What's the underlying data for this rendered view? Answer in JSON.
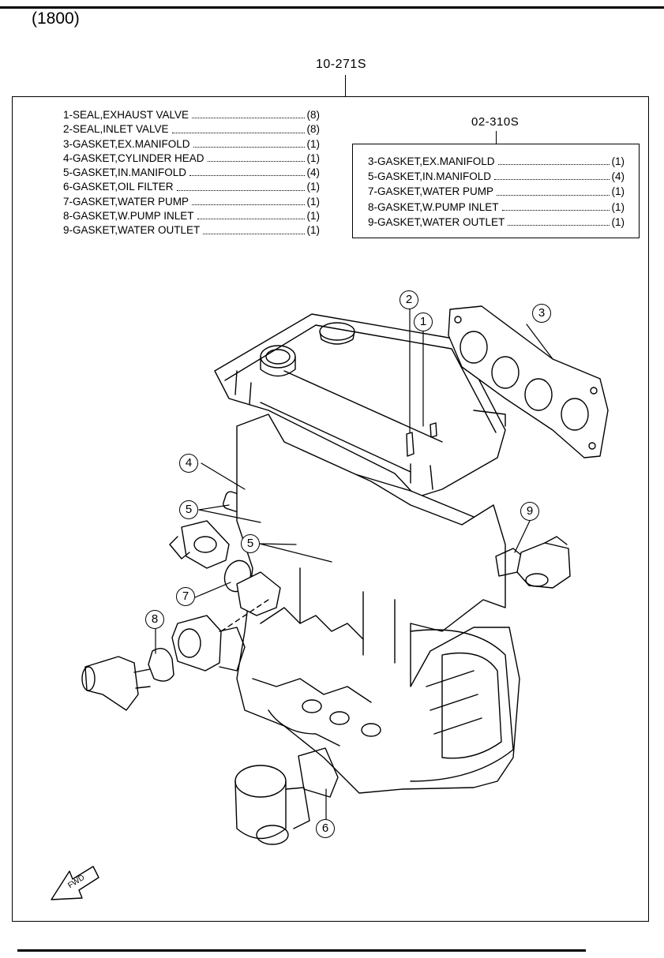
{
  "engine_code": "(1800)",
  "kit": {
    "part_number": "10-271S",
    "items": [
      {
        "name": "1-SEAL,EXHAUST VALVE",
        "qty": "(8)"
      },
      {
        "name": "2-SEAL,INLET VALVE",
        "qty": "(8)"
      },
      {
        "name": "3-GASKET,EX.MANIFOLD",
        "qty": "(1)"
      },
      {
        "name": "4-GASKET,CYLINDER HEAD",
        "qty": "(1)"
      },
      {
        "name": "5-GASKET,IN.MANIFOLD",
        "qty": "(4)"
      },
      {
        "name": "6-GASKET,OIL FILTER",
        "qty": "(1)"
      },
      {
        "name": "7-GASKET,WATER PUMP",
        "qty": "(1)"
      },
      {
        "name": "8-GASKET,W.PUMP INLET",
        "qty": "(1)"
      },
      {
        "name": "9-GASKET,WATER OUTLET",
        "qty": "(1)"
      }
    ]
  },
  "sub_kit": {
    "part_number": "02-310S",
    "items": [
      {
        "name": "3-GASKET,EX.MANIFOLD",
        "qty": "(1)"
      },
      {
        "name": "5-GASKET,IN.MANIFOLD",
        "qty": "(4)"
      },
      {
        "name": "7-GASKET,WATER PUMP",
        "qty": "(1)"
      },
      {
        "name": "8-GASKET,W.PUMP INLET",
        "qty": "(1)"
      },
      {
        "name": "9-GASKET,WATER OUTLET",
        "qty": "(1)"
      }
    ]
  },
  "callouts": {
    "c1": "1",
    "c2": "2",
    "c3": "3",
    "c4": "4",
    "c5a": "5",
    "c5b": "5",
    "c6": "6",
    "c7": "7",
    "c8": "8",
    "c9": "9"
  },
  "fwd_label": "FWD"
}
